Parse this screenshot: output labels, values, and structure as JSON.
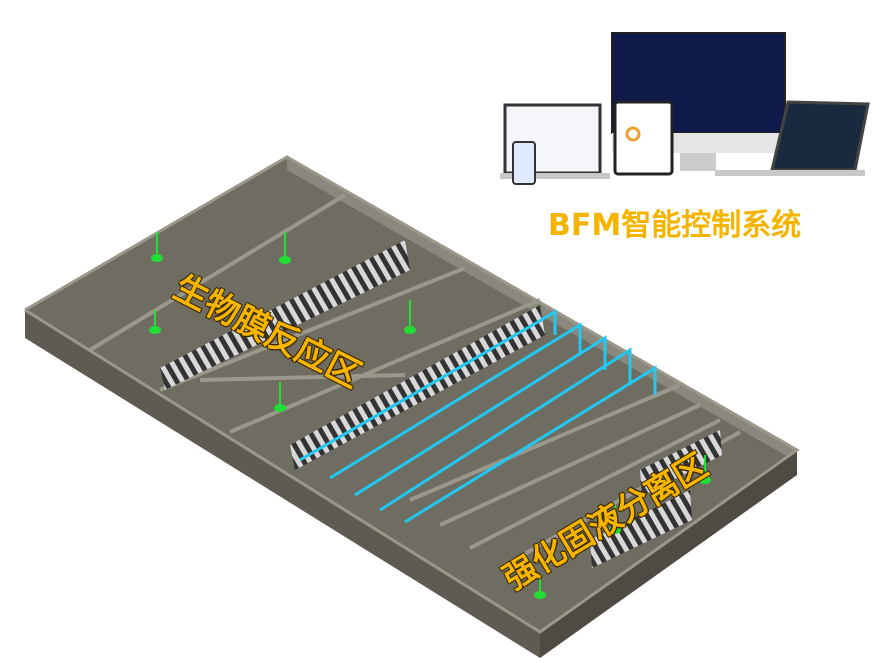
{
  "product_title": "BFM智能控制系统",
  "zones": {
    "biofilm": "生物膜反应区",
    "separation": "强化固液分离区"
  },
  "colors": {
    "label": "#f7b500",
    "pipe": "#22c8f0",
    "post": "#22dd33",
    "wall": "#77746a",
    "screen_bg": "#101a4a"
  }
}
